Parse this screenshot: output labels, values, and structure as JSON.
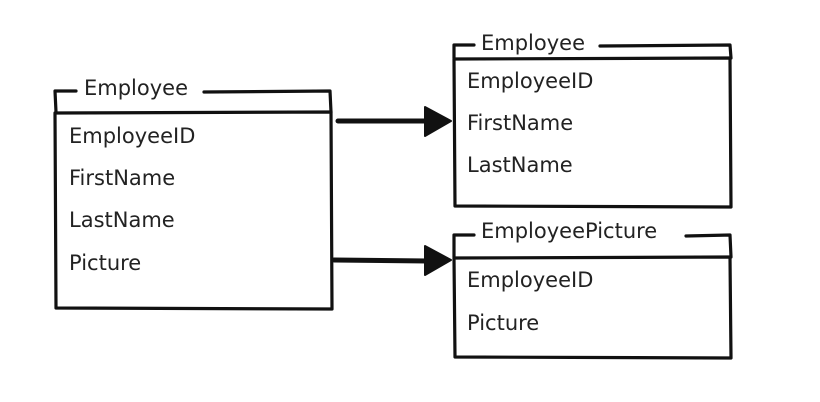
{
  "tables": {
    "source": {
      "title": "Employee",
      "fields": [
        "EmployeeID",
        "FirstName",
        "LastName",
        "Picture"
      ]
    },
    "target_employee": {
      "title": "Employee",
      "fields": [
        "EmployeeID",
        "FirstName",
        "LastName"
      ]
    },
    "target_picture": {
      "title": "EmployeePicture",
      "fields": [
        "EmployeeID",
        "Picture"
      ]
    }
  },
  "colors": {
    "stroke": "#111111",
    "text": "#222222",
    "background": "#ffffff"
  }
}
